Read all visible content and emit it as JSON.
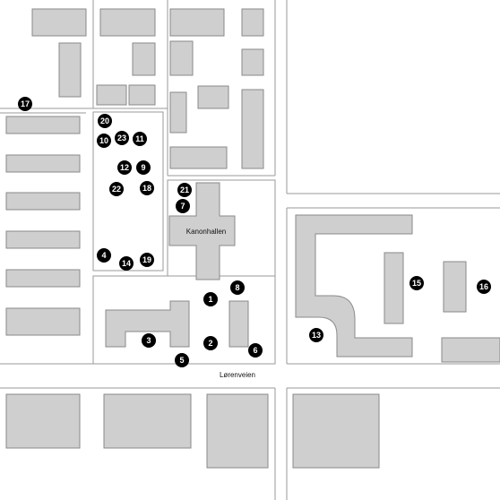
{
  "labels": {
    "building_kanonhallen": "Kanonhallen",
    "street_lorenveien": "Lørenveien"
  },
  "markers": [
    "1",
    "2",
    "3",
    "4",
    "5",
    "6",
    "7",
    "8",
    "9",
    "10",
    "11",
    "12",
    "13",
    "14",
    "15",
    "16",
    "17",
    "18",
    "19",
    "20",
    "21",
    "22",
    "23"
  ],
  "colors": {
    "building_fill": "#cfcfcf",
    "building_stroke": "#8a8a8a",
    "street_line": "#9a9a9a",
    "marker_fill": "#000000",
    "marker_text": "#ffffff"
  }
}
